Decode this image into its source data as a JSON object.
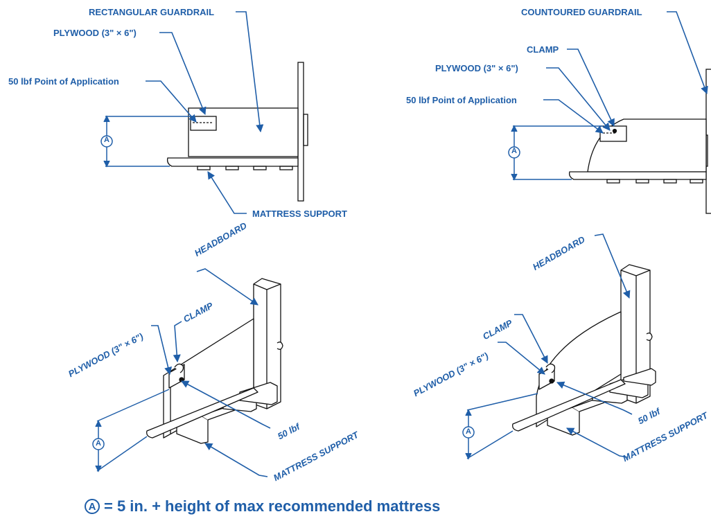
{
  "top_left": {
    "rect_guardrail": "RECTANGULAR GUARDRAIL",
    "plywood": "PLYWOOD (3\" × 6\")",
    "point_of_application": "50 lbf Point of Application",
    "mattress_support": "MATTRESS SUPPORT",
    "dimension": "A"
  },
  "top_right": {
    "contoured_guardrail": "COUNTOURED GUARDRAIL",
    "clamp": "CLAMP",
    "plywood": "PLYWOOD (3\" × 6\")",
    "point_of_application": "50 lbf Point of Application",
    "dimension": "A"
  },
  "bottom_left": {
    "headboard": "HEADBOARD",
    "clamp": "CLAMP",
    "plywood": "PLYWOOD (3\" × 6\")",
    "force": "50 lbf",
    "mattress_support": "MATTRESS SUPPORT",
    "dimension": "A"
  },
  "bottom_right": {
    "headboard": "HEADBOARD",
    "clamp": "CLAMP",
    "plywood": "PLYWOOD (3\" × 6\")",
    "force": "50 lbf",
    "mattress_support": "MATTRESS SUPPORT",
    "dimension": "A"
  },
  "footer": {
    "symbol": "A",
    "text": "= 5 in. + height of max recommended mattress"
  },
  "colors": {
    "label_blue": "#1f5ea8",
    "line_black": "#111111"
  }
}
